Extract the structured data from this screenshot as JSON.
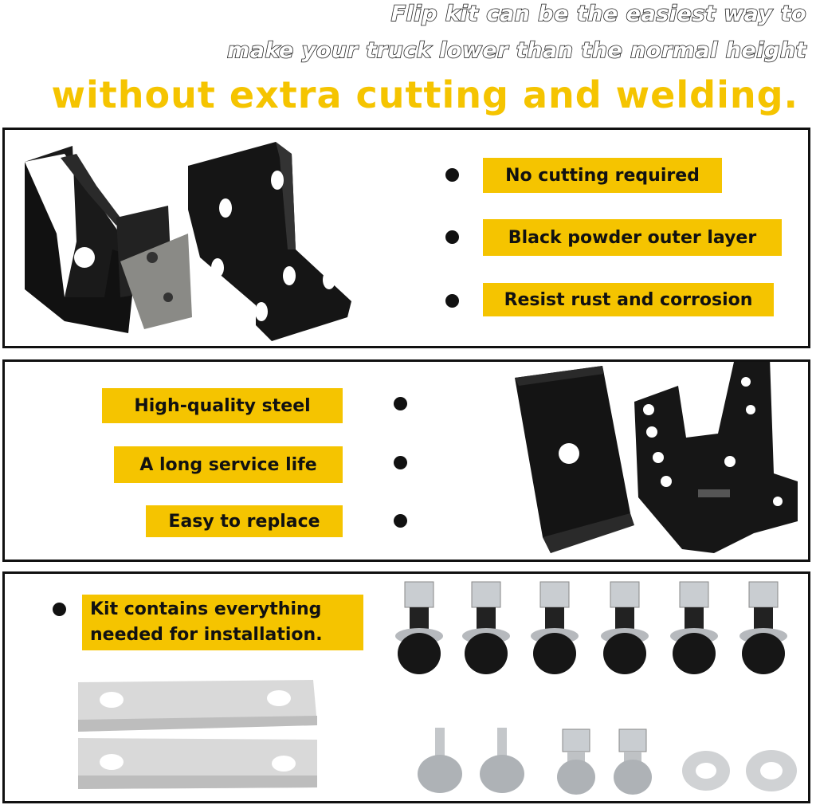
{
  "headline": {
    "line1": "Flip kit can be the easiest way to",
    "line2": "make your truck lower than the normal height",
    "line3": "without extra cutting and welding."
  },
  "panel1": {
    "features": [
      "No cutting required",
      "Black powder outer layer",
      "Resist rust and corrosion"
    ]
  },
  "panel2": {
    "features": [
      "High-quality steel",
      "A long service life",
      "Easy to replace"
    ]
  },
  "panel3": {
    "feature_line1": "Kit contains everything",
    "feature_line2": "needed for installation."
  },
  "colors": {
    "accent": "#f5c400",
    "border": "#111111",
    "bracket": "#1a1a1a",
    "steel": "#b8b8b8",
    "aluminum": "#d9d9d9"
  }
}
